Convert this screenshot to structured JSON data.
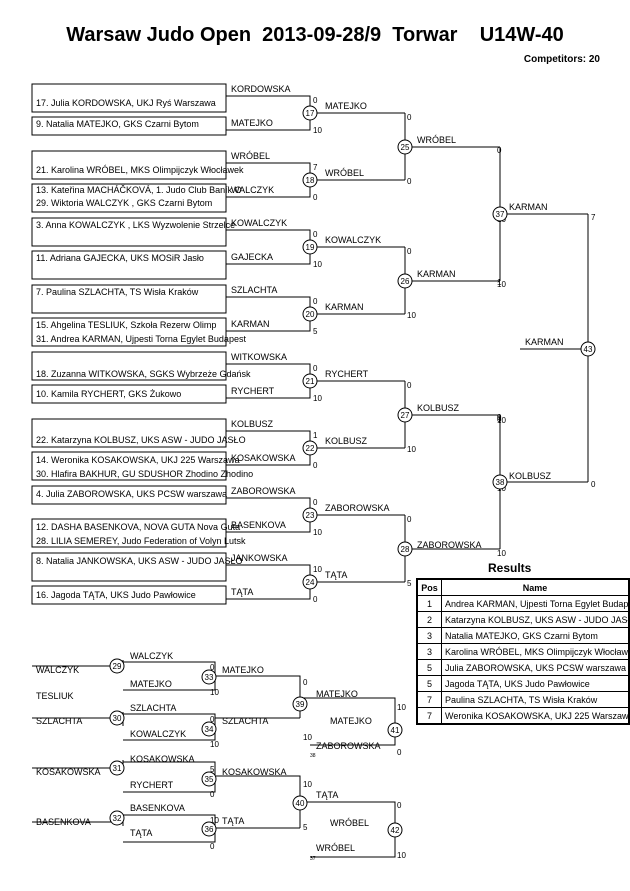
{
  "header": {
    "title": "Warsaw Judo Open  2013-09-28/9  Torwar    U14W-40",
    "competitors": "Competitors: 20"
  },
  "entries": [
    {
      "name": "17. Julia KORDOWSKA, UKJ Ryś Warszawa"
    },
    {
      "name": "9. Natalia MATEJKO, GKS Czarni Bytom"
    },
    {
      "name": "21. Karolina WRÓBEL, MKS Olimpijczyk Włocławek"
    },
    {
      "name": "13. Kateřina MACHÁČKOVÁ, 1. Judo Club Baník O"
    },
    {
      "name": "29. Wiktoria WALCZYK , GKS Czarni Bytom"
    },
    {
      "name": "3. Anna KOWALCZYK , LKS Wyzwolenie Strzelce"
    },
    {
      "name": "11. Adriana GAJECKA, UKS MOSiR Jasło"
    },
    {
      "name": "7. Paulina SZLACHTA, TS Wisła Kraków"
    },
    {
      "name": "15. Ahgelina TESLIUK, Szkoła Rezerw Olimp"
    },
    {
      "name": "31. Andrea KARMAN, Ujpesti Torna Egylet  Budapest"
    },
    {
      "name": "18. Zuzanna WITKOWSKA, SGKS Wybrzeże Gdańsk"
    },
    {
      "name": "10. Kamila RYCHERT, GKS Żukowo"
    },
    {
      "name": "22. Katarzyna KOLBUSZ, UKS ASW - JUDO JASŁO"
    },
    {
      "name": "14. Weronika KOSAKOWSKA, UKJ 225 Warszawa"
    },
    {
      "name": "30. Hlafira BAKHUR, GU SDUSHOR Zhodino Zhodino"
    },
    {
      "name": "4. Julia ZABOROWSKA, UKS PCSW warszawa"
    },
    {
      "name": "12.  DASHA BASENKOVA, NOVA GUTA Nova Guta"
    },
    {
      "name": "28. LILIA SEMEREY, Judo Federation of Volyn Lutsk"
    },
    {
      "name": "8. Natalia JANKOWSKA, UKS ASW - JUDO JASŁO"
    },
    {
      "name": "16. Jagoda TĄTA, UKS Judo Pawłowice"
    }
  ],
  "labels": [
    {
      "text": "KORDOWSKA"
    },
    {
      "text": "MATEJKO"
    },
    {
      "text": "WRÓBEL"
    },
    {
      "text": "WALCZYK"
    },
    {
      "text": "KOWALCZYK"
    },
    {
      "text": "GAJECKA"
    },
    {
      "text": "SZLACHTA"
    },
    {
      "text": "KARMAN"
    },
    {
      "text": "WITKOWSKA"
    },
    {
      "text": "RYCHERT"
    },
    {
      "text": "KOLBUSZ"
    },
    {
      "text": "KOSAKOWSKA"
    },
    {
      "text": "ZABOROWSKA"
    },
    {
      "text": "BASENKOVA"
    },
    {
      "text": "JANKOWSKA"
    },
    {
      "text": "TĄTA"
    },
    {
      "text": "MATEJKO"
    },
    {
      "text": "WRÓBEL"
    },
    {
      "text": "KOWALCZYK"
    },
    {
      "text": "KARMAN"
    },
    {
      "text": "RYCHERT"
    },
    {
      "text": "KOLBUSZ"
    },
    {
      "text": "ZABOROWSKA"
    },
    {
      "text": "TĄTA"
    },
    {
      "text": "WRÓBEL"
    },
    {
      "text": "KARMAN"
    },
    {
      "text": "KOLBUSZ"
    },
    {
      "text": "ZABOROWSKA"
    },
    {
      "text": "KARMAN"
    },
    {
      "text": "KOLBUSZ"
    },
    {
      "text": "KARMAN"
    }
  ],
  "scores": [
    "0",
    "10",
    "7",
    "0",
    "0",
    "10",
    "0",
    "5",
    "0",
    "10",
    "1",
    "0",
    "0",
    "10",
    "10",
    "0",
    "0",
    "0",
    "0",
    "10",
    "0",
    "10",
    "0",
    "5",
    "0",
    "10",
    "0",
    "10",
    "10",
    "0",
    "7",
    "1",
    "0",
    "10",
    "10",
    "0"
  ],
  "matches": [
    "17",
    "18",
    "19",
    "20",
    "21",
    "22",
    "23",
    "24",
    "25",
    "26",
    "27",
    "28",
    "37",
    "38",
    "43"
  ],
  "repechage": {
    "labels": [
      {
        "text": "WALCZYK"
      },
      {
        "text": "WALCZYK"
      },
      {
        "text": "MATEJKO"
      },
      {
        "text": "MATEJKO"
      },
      {
        "text": "TESLIUK"
      },
      {
        "text": "SZLACHTA"
      },
      {
        "text": "SZLACHTA"
      },
      {
        "text": "KOWALCZYK"
      },
      {
        "text": "SZLACHTA"
      },
      {
        "text": "MATEJKO"
      },
      {
        "text": "MATEJKO"
      },
      {
        "text": "ZABOROWSKA"
      },
      {
        "text": "KOSAKOWSKA"
      },
      {
        "text": "KOSAKOWSKA"
      },
      {
        "text": "RYCHERT"
      },
      {
        "text": "KOSAKOWSKA"
      },
      {
        "text": "BASENKOVA"
      },
      {
        "text": "BASENKOVA"
      },
      {
        "text": "TĄTA"
      },
      {
        "text": "TĄTA"
      },
      {
        "text": "TĄTA"
      },
      {
        "text": "WRÓBEL"
      },
      {
        "text": "WRÓBEL"
      }
    ],
    "scores": [
      "0",
      "10",
      "0",
      "10",
      "0",
      "10",
      "10",
      "0",
      "5",
      "0",
      "10",
      "0",
      "10",
      "5",
      "0",
      "10"
    ],
    "matches": [
      "29",
      "33",
      "30",
      "34",
      "39",
      "41",
      "31",
      "35",
      "32",
      "36",
      "40",
      "42"
    ],
    "tiny": [
      "38",
      "37"
    ]
  },
  "results": {
    "title": "Results",
    "headers": [
      "Pos",
      "Name"
    ],
    "rows": [
      {
        "pos": "1",
        "name": "Andrea KARMAN, Ujpesti Torna Egylet  Budapest"
      },
      {
        "pos": "2",
        "name": "Katarzyna KOLBUSZ, UKS ASW - JUDO JASŁO"
      },
      {
        "pos": "3",
        "name": "Natalia MATEJKO, GKS Czarni Bytom"
      },
      {
        "pos": "3",
        "name": "Karolina WRÓBEL, MKS Olimpijczyk Włocławek"
      },
      {
        "pos": "5",
        "name": "Julia ZABOROWSKA, UKS PCSW warszawa"
      },
      {
        "pos": "5",
        "name": "Jagoda TĄTA, UKS Judo Pawłowice"
      },
      {
        "pos": "7",
        "name": "Paulina SZLACHTA, TS Wisła Kraków"
      },
      {
        "pos": "7",
        "name": "Weronika KOSAKOWSKA, UKJ 225 Warszawa"
      }
    ]
  }
}
